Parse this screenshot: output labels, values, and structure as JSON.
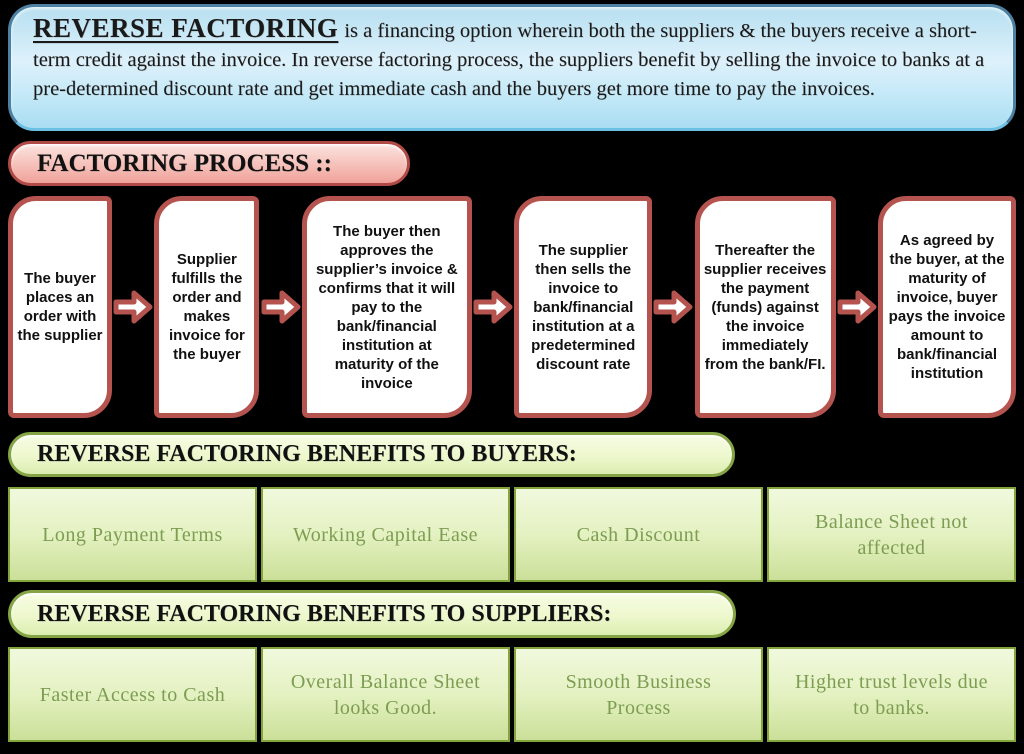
{
  "intro": {
    "title": "REVERSE FACTORING",
    "text": "is a financing option wherein both the suppliers & the buyers receive a short-term credit against the invoice. In reverse factoring process, the suppliers benefit by selling the invoice to banks at a pre-determined discount rate and get immediate cash and the buyers get more time to pay the invoices."
  },
  "process": {
    "heading": "FACTORING PROCESS ::",
    "steps": [
      "The buyer places an order with the supplier",
      "Supplier fulfills the order and makes invoice for the buyer",
      "The buyer then approves the supplier’s invoice & confirms that it will pay to the bank/financial institution at maturity of the invoice",
      "The supplier then sells the invoice to bank/financial institution at a predetermined discount rate",
      "Thereafter the supplier receives the payment (funds) against the invoice immediately from the bank/FI.",
      "As agreed by the buyer, at the maturity of invoice, buyer pays the invoice amount to bank/financial institution"
    ]
  },
  "buyers": {
    "heading": "REVERSE FACTORING BENEFITS TO BUYERS:",
    "benefits": [
      "Long Payment Terms",
      "Working Capital Ease",
      "Cash Discount",
      "Balance Sheet not affected"
    ]
  },
  "suppliers": {
    "heading": "REVERSE FACTORING BENEFITS TO SUPPLIERS:",
    "benefits": [
      "Faster Access to Cash",
      "Overall Balance Sheet looks Good.",
      "Smooth Business Process",
      "Higher trust levels due to banks."
    ]
  },
  "icons": {
    "flow_arrow": "right-block-arrow"
  },
  "colors": {
    "background": "#000000",
    "intro_fill": "#cdeaf8",
    "intro_border": "#4e80a2",
    "pink_fill": "#f5bcb4",
    "pink_border": "#b04a46",
    "process_border": "#b5534f",
    "green_header_fill": "#edf8cd",
    "green_border": "#84a445",
    "benefit_fill": "#e4f1c1",
    "benefit_text": "#7d9d53"
  }
}
